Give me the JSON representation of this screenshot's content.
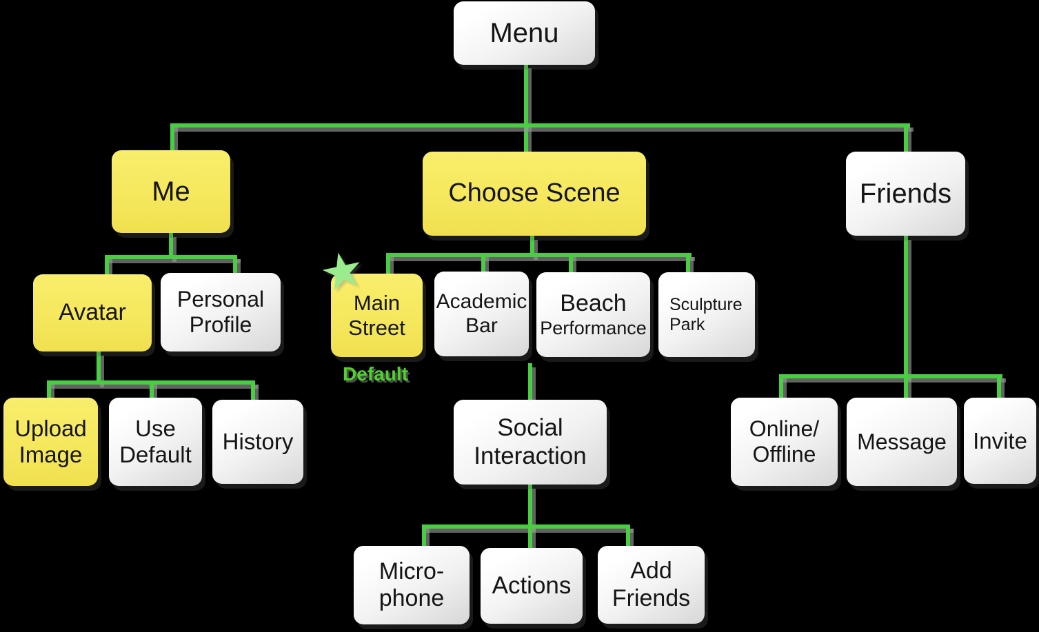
{
  "title": "App menu structure diagram",
  "colors": {
    "background": "#000000",
    "connector_green": "#47ce41",
    "node_yellow_top": "#f9ee6c",
    "node_yellow_bottom": "#f0e04f",
    "node_white_top": "#ffffff",
    "node_white_bottom": "#d7d7d7",
    "text": "#151515",
    "star_green": "#9beb8f",
    "default_label_green": "#4ed32b"
  },
  "nodes": {
    "menu": {
      "lines": [
        "Menu"
      ]
    },
    "me": {
      "lines": [
        "Me"
      ]
    },
    "choose_scene": {
      "lines": [
        "Choose Scene"
      ]
    },
    "friends": {
      "lines": [
        "Friends"
      ]
    },
    "avatar": {
      "lines": [
        "Avatar"
      ]
    },
    "personal_profile": {
      "lines": [
        "Personal",
        "Profile"
      ]
    },
    "upload_image": {
      "lines": [
        "Upload",
        "Image"
      ]
    },
    "use_default": {
      "lines": [
        "Use",
        "Default"
      ]
    },
    "history": {
      "lines": [
        "History"
      ]
    },
    "main_street": {
      "lines": [
        "Main",
        "Street"
      ],
      "badge": "star",
      "annotation": "Default"
    },
    "academic_bar": {
      "lines": [
        "Academic",
        "Bar"
      ]
    },
    "beach_performance": {
      "lines": [
        "Beach",
        "Performance"
      ]
    },
    "sculpture_park": {
      "lines": [
        "Sculpture",
        "Park"
      ]
    },
    "social_interaction": {
      "lines": [
        "Social",
        "Interaction"
      ]
    },
    "microphone": {
      "lines": [
        "Micro-",
        "phone"
      ]
    },
    "actions": {
      "lines": [
        "Actions"
      ]
    },
    "add_friends": {
      "lines": [
        "Add",
        "Friends"
      ]
    },
    "online_offline": {
      "lines": [
        "Online/",
        "Offline"
      ]
    },
    "message": {
      "lines": [
        "Message"
      ]
    },
    "invite": {
      "lines": [
        "Invite"
      ]
    }
  },
  "decorations": {
    "star_glyph": "★",
    "default_label": "Default"
  }
}
